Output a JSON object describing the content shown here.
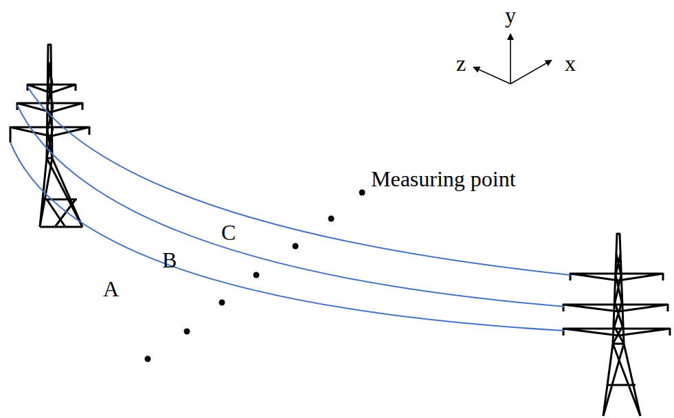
{
  "diagram": {
    "labels": [
      "y",
      "z",
      "x",
      "Measuring point",
      "C",
      "B",
      "A"
    ]
  }
}
